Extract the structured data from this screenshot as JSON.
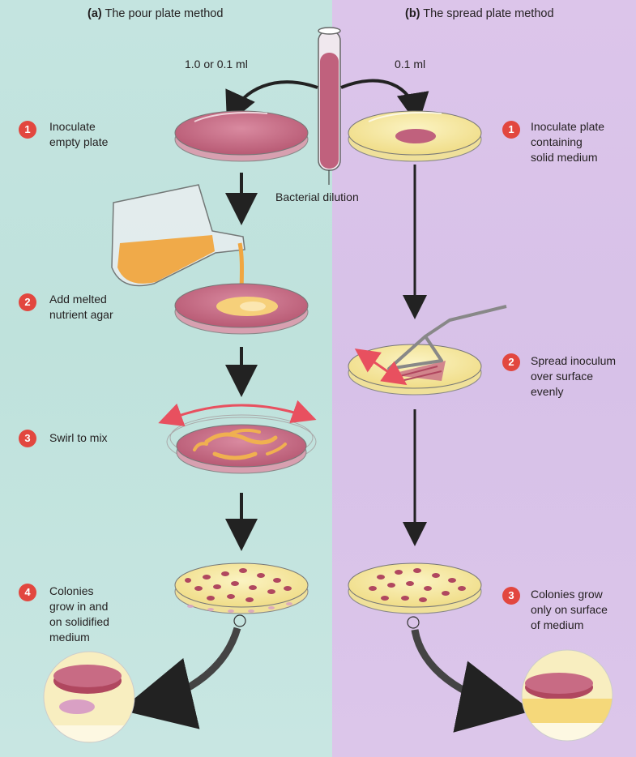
{
  "panels": {
    "left": {
      "prefix": "(a)",
      "title": "The pour plate method"
    },
    "right": {
      "prefix": "(b)",
      "title": "The spread plate method"
    }
  },
  "volumes": {
    "left": "1.0 or 0.1 ml",
    "right": "0.1 ml"
  },
  "tube_label": "Bacterial dilution",
  "left_steps": [
    {
      "num": "1",
      "lines": [
        "Inoculate",
        "empty plate"
      ]
    },
    {
      "num": "2",
      "lines": [
        "Add melted",
        "nutrient agar"
      ]
    },
    {
      "num": "3",
      "lines": [
        "Swirl to mix"
      ]
    },
    {
      "num": "4",
      "lines": [
        "Colonies",
        "grow in and",
        "on solidified",
        "medium"
      ]
    }
  ],
  "right_steps": [
    {
      "num": "1",
      "lines": [
        "Inoculate plate",
        "containing",
        "solid medium"
      ]
    },
    {
      "num": "2",
      "lines": [
        "Spread inoculum",
        "over surface",
        "evenly"
      ]
    },
    {
      "num": "3",
      "lines": [
        "Colonies grow",
        "only on surface",
        "of medium"
      ]
    }
  ],
  "colors": {
    "left_bg": "#c4e4e0",
    "right_bg": "#d7c1e8",
    "badge": "#e2473f",
    "plate_pink": "#c86b84",
    "agar_yellow": "#f6e9a0",
    "colony": "#b0475f",
    "curved_arrow": "#e8505f"
  }
}
